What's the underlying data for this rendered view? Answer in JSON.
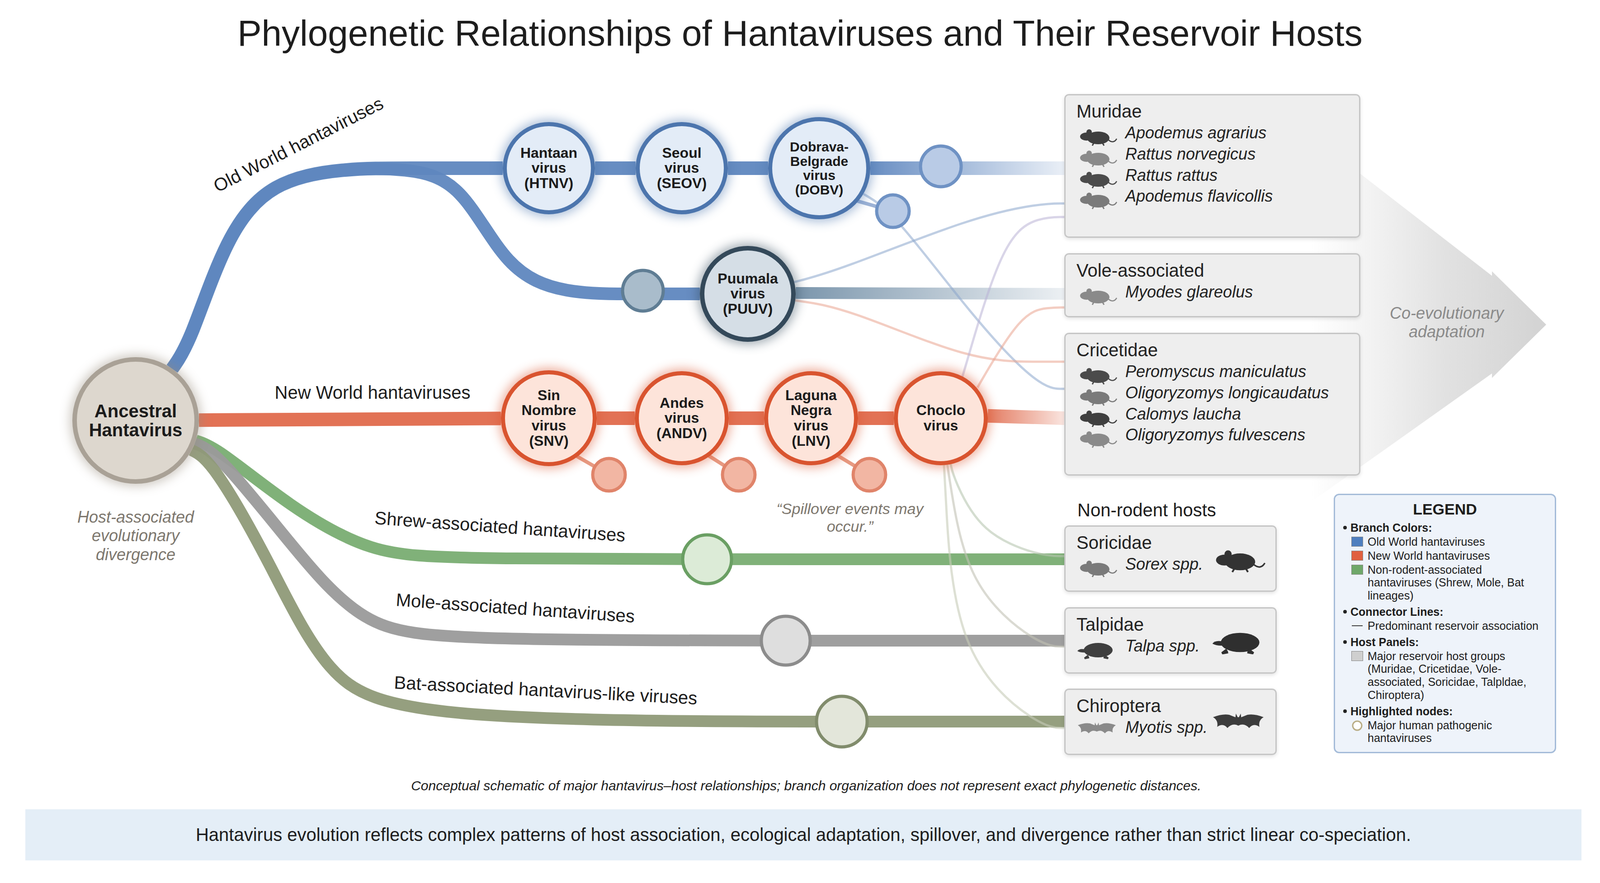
{
  "diagram": {
    "title": "Phylogenetic Relationships of Hantaviruses and Their Reservoir Hosts",
    "caption": "Hantavirus evolution reflects complex patterns of host association, ecological adaptation, spillover, and divergence rather than strict linear co-speciation.",
    "nodes": [
      {
        "text": [
          "Ancestral Hantavirus"
        ]
      },
      {
        "text": [
          "Hantaan virus (HTNV)"
        ]
      },
      {
        "text": [
          "Seoul virus (SEOV)"
        ]
      },
      {
        "text": [
          "Dobrava-Belgrade virus (DOBV)"
        ]
      },
      {
        "text": [
          "Puumala virus (PUUV)"
        ]
      },
      {
        "text": [
          "Sin Nombre virus (SNV)"
        ]
      },
      {
        "text": [
          "Andes virus (ANDV)"
        ]
      },
      {
        "text": [
          "Laguna Negra virus (LNV)"
        ]
      },
      {
        "text": [
          "Choclo virus"
        ]
      },
      {
        "text": [
          "Muridae",
          "Apodemus agrarius",
          "Rattus norvegicus",
          "Rattus rattus",
          "Apodemus flavicollis"
        ]
      },
      {
        "text": [
          "Vole-associated",
          "Myodes glareolus"
        ]
      },
      {
        "text": [
          "Cricetidae",
          "Peromyscus maniculatus",
          "Oligoryzomys longicaudatus",
          "Calomys laucha",
          "Oligoryzomys fulvescens"
        ]
      },
      {
        "text": [
          "Soricidae",
          "Sorex spp."
        ]
      },
      {
        "text": [
          "Talpidae",
          "Talpa spp."
        ]
      },
      {
        "text": [
          "Chiroptera",
          "Myotis spp."
        ]
      }
    ],
    "edges": [
      {
        "from": 0,
        "to": 1,
        "arrow": "none"
      },
      {
        "from": 1,
        "to": 2,
        "arrow": "none"
      },
      {
        "from": 2,
        "to": 3,
        "arrow": "none"
      },
      {
        "from": 3,
        "to": 9,
        "arrow": "none"
      },
      {
        "from": 0,
        "to": 4,
        "arrow": "none"
      },
      {
        "from": 4,
        "to": 10,
        "arrow": "none"
      },
      {
        "from": 0,
        "to": 5,
        "arrow": "none"
      },
      {
        "from": 5,
        "to": 6,
        "arrow": "none"
      },
      {
        "from": 6,
        "to": 7,
        "arrow": "none"
      },
      {
        "from": 7,
        "to": 8,
        "arrow": "none"
      },
      {
        "from": 8,
        "to": 11,
        "arrow": "none"
      },
      {
        "from": 0,
        "to": 12,
        "arrow": "none"
      },
      {
        "from": 0,
        "to": 13,
        "arrow": "none"
      },
      {
        "from": 0,
        "to": 14,
        "arrow": "none"
      },
      {
        "from": 3,
        "to": 11,
        "arrow": "none"
      },
      {
        "from": 4,
        "to": 9,
        "arrow": "none"
      },
      {
        "from": 4,
        "to": 11,
        "arrow": "none"
      },
      {
        "from": 8,
        "to": 9,
        "arrow": "none"
      },
      {
        "from": 8,
        "to": 10,
        "arrow": "none"
      },
      {
        "from": 8,
        "to": 12,
        "arrow": "none"
      },
      {
        "from": 8,
        "to": 13,
        "arrow": "none"
      },
      {
        "from": 8,
        "to": 14,
        "arrow": "none"
      }
    ],
    "labels": [
      "Old World hantaviruses",
      "New World hantaviruses",
      "Shrew-associated hantaviruses",
      "Mole-associated hantaviruses",
      "Bat-associated hantavirus-like viruses",
      "Host-associated evolutionary divergence",
      "“Spillover events may occur.”",
      "Co-evolutionary adaptation",
      "Non-rodent hosts",
      "Conceptual schematic of major hantavirus–host relationships; branch organization does not represent exact phylogenetic distances.",
      "LEGEND",
      "Branch Colors:",
      "Connector Lines:",
      "Host Panels:",
      "Highlighted nodes:"
    ],
    "legend": [
      {
        "text": "Old World hantaviruses",
        "color": "#4f7fbf"
      },
      {
        "text": "New World hantaviruses",
        "color": "#e0603f"
      },
      {
        "text": "Non-rodent-associated hantaviruses (Shrew, Mole, Bat lineages)",
        "color": "#6fa86a"
      },
      {
        "text": "Predominant reservoir association"
      },
      {
        "text": "Major reservoir host groups (Muridae, Cricetidae, Vole-associated, Soricidae, Talpldae, Chiroptera)",
        "color": "#cfcfcf"
      },
      {
        "text": "Major human pathogenic hantaviruses"
      }
    ]
  }
}
